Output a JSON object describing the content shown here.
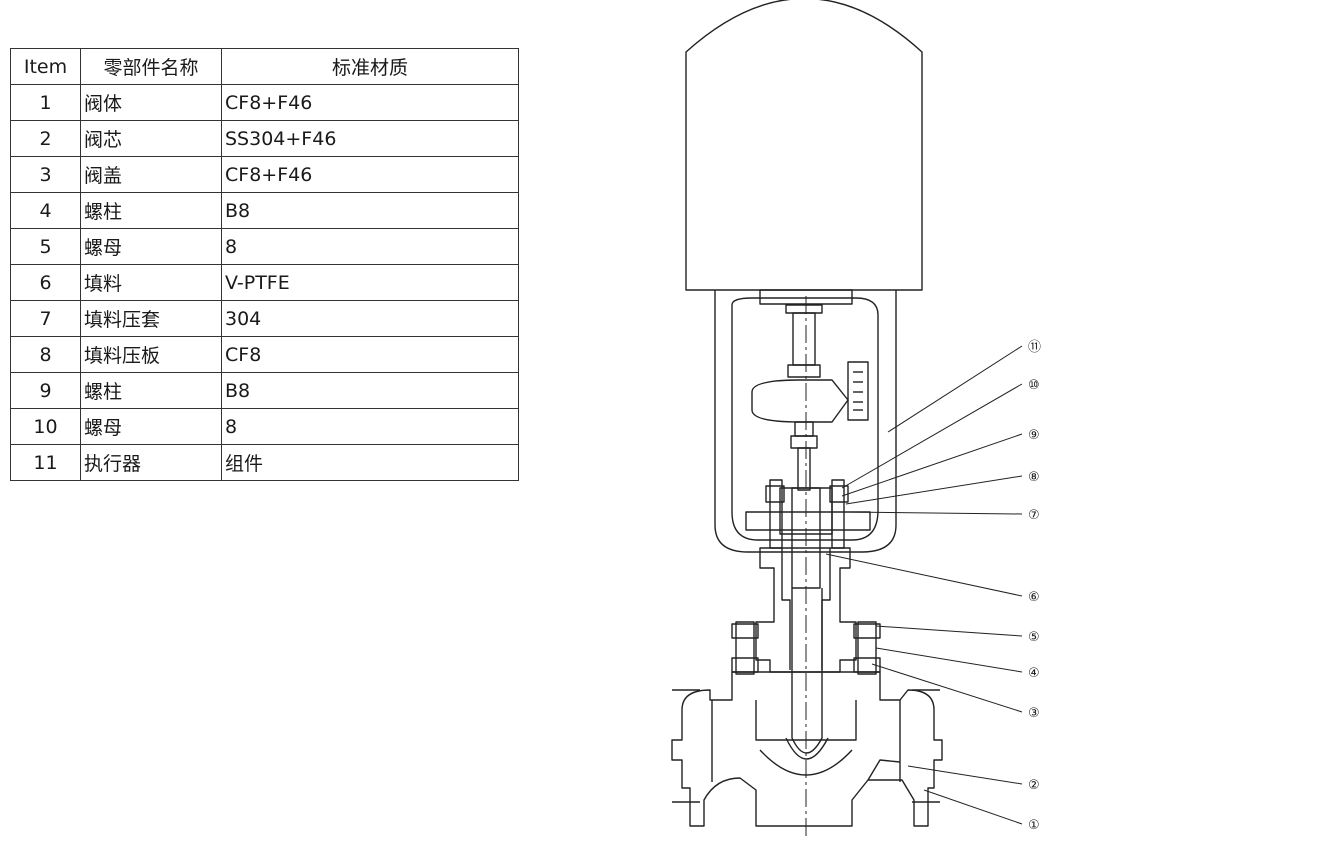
{
  "table": {
    "headers": {
      "item": "Item",
      "name": "零部件名称",
      "material": "标准材质"
    },
    "rows": [
      {
        "item": "1",
        "name": "阀体",
        "material": "CF8+F46"
      },
      {
        "item": "2",
        "name": "阀芯",
        "material": "SS304+F46"
      },
      {
        "item": "3",
        "name": "阀盖",
        "material": "CF8+F46"
      },
      {
        "item": "4",
        "name": "螺柱",
        "material": "B8"
      },
      {
        "item": "5",
        "name": "螺母",
        "material": "8"
      },
      {
        "item": "6",
        "name": "填料",
        "material": "V-PTFE"
      },
      {
        "item": "7",
        "name": "填料压套",
        "material": "304"
      },
      {
        "item": "8",
        "name": "填料压板",
        "material": "CF8"
      },
      {
        "item": "9",
        "name": "螺柱",
        "material": "B8"
      },
      {
        "item": "10",
        "name": "螺母",
        "material": "8"
      },
      {
        "item": "11",
        "name": "执行器",
        "material": "组件"
      }
    ]
  },
  "drawing": {
    "callouts": [
      "⑪",
      "⑩",
      "⑨",
      "⑧",
      "⑦",
      "⑥",
      "⑤",
      "④",
      "③",
      "②",
      "①"
    ],
    "stroke_color": "#222222"
  }
}
